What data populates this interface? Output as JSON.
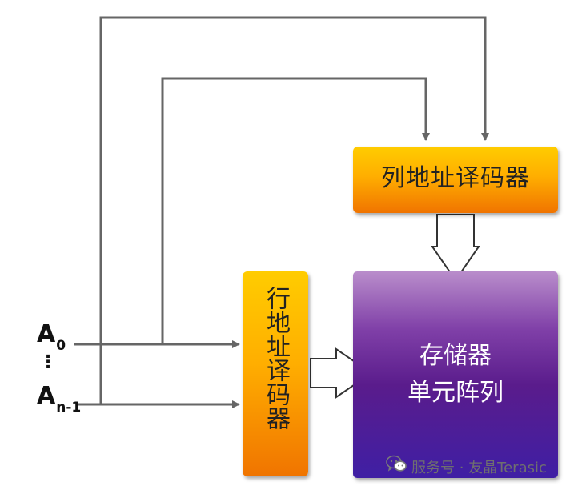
{
  "diagram": {
    "column_decoder": "列地址译码器",
    "row_decoder": "行地址译码器",
    "memory_array_line1": "存储器",
    "memory_array_line2": "单元阵列",
    "address_first": "A",
    "address_first_sub": "0",
    "address_last": "A",
    "address_last_sub": "n-1",
    "ellipsis": "⋮"
  },
  "watermark": {
    "icon": "wechat-icon",
    "text": "服务号 · 友晶Terasic"
  },
  "colors": {
    "wire": "#666666",
    "decoder_top": "#ffcc00",
    "decoder_bottom": "#f07400",
    "array_top": "#b98dcb",
    "array_bottom": "#3f1fa4"
  }
}
